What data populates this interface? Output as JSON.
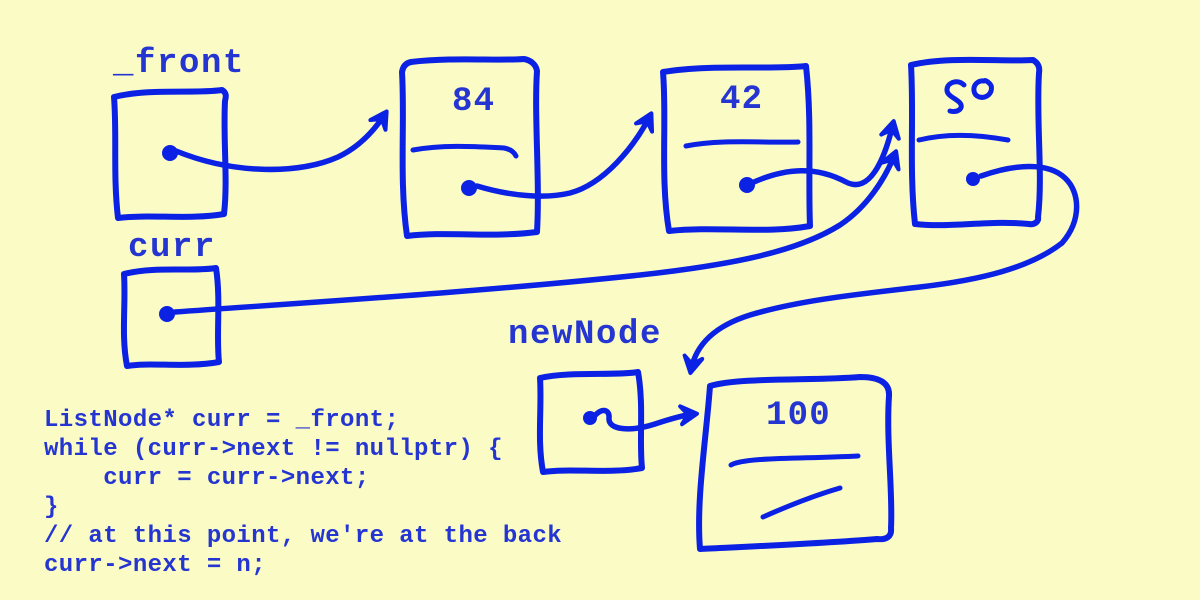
{
  "colors": {
    "background": "#fbfbc5",
    "ink": "#0b22e4",
    "text": "#2435d2"
  },
  "labels": {
    "front": "_front",
    "curr": "curr",
    "new_node": "newNode"
  },
  "nodes": {
    "n1": "84",
    "n2": "42",
    "n3": "50",
    "n4": "100",
    "n4_next_field": "diagonal slash (nullptr)"
  },
  "edges": [
    "_front -> node 84",
    "node 84.next -> node 42",
    "node 42.next -> node 50",
    "curr -> node 50",
    "node 50.next -> node 100 (big loop)",
    "newNode -> node 100"
  ],
  "code_lines": [
    "ListNode* curr = _front;",
    "while (curr->next != nullptr) {",
    "    curr = curr->next;",
    "}",
    "// at this point, we're at the back",
    "curr->next = n;"
  ]
}
